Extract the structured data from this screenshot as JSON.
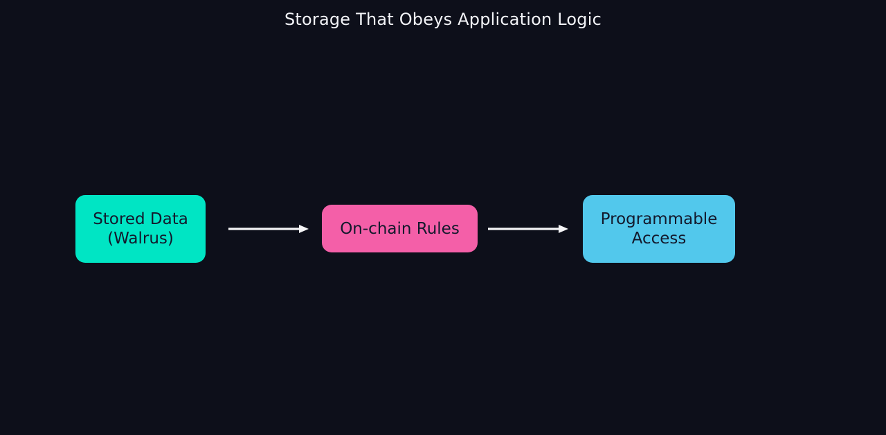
{
  "diagram": {
    "title": "Storage That Obeys Application Logic",
    "background_color": "#0d0f1a",
    "title_color": "#f2f3f7",
    "type": "flowchart",
    "direction": "left-to-right",
    "nodes": [
      {
        "id": "stored-data",
        "label": "Stored Data\n(Walrus)",
        "fill_color": "#00e5c4",
        "text_color": "#13192c",
        "shape": "rounded-rectangle"
      },
      {
        "id": "onchain-rules",
        "label": "On-chain Rules",
        "fill_color": "#f45fa8",
        "text_color": "#13192c",
        "shape": "rounded-rectangle"
      },
      {
        "id": "programmable-access",
        "label": "Programmable\nAccess",
        "fill_color": "#52c8ec",
        "text_color": "#13192c",
        "shape": "rounded-rectangle"
      }
    ],
    "edges": [
      {
        "id": "stored-to-rules",
        "from": "stored-data",
        "to": "onchain-rules",
        "label": "",
        "color": "#f5f5f7",
        "arrowhead": "filled-triangle"
      },
      {
        "id": "rules-to-access",
        "from": "onchain-rules",
        "to": "programmable-access",
        "label": "",
        "color": "#f5f5f7",
        "arrowhead": "filled-triangle"
      }
    ]
  }
}
